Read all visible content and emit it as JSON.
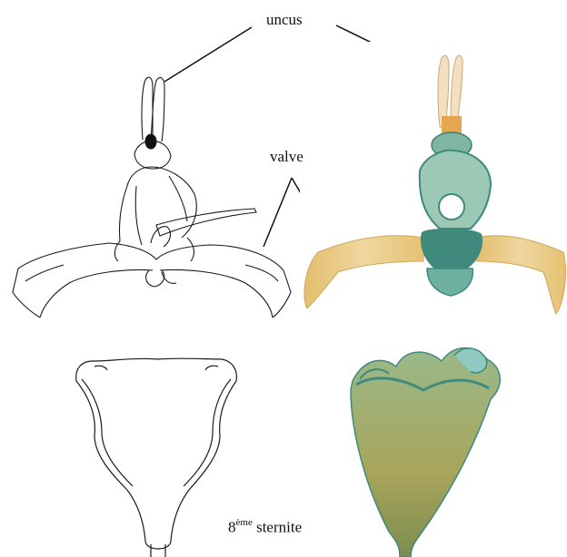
{
  "labels": {
    "uncus": "uncus",
    "valve": "valve",
    "sternite_number": "8",
    "sternite_superscript": "ème",
    "sternite_word": "sternite"
  },
  "colors": {
    "ink": "#1a1a1a",
    "specimen_yellow": "#e9c978",
    "specimen_teal": "#4f9e91",
    "specimen_olive": "#a5a55a"
  }
}
